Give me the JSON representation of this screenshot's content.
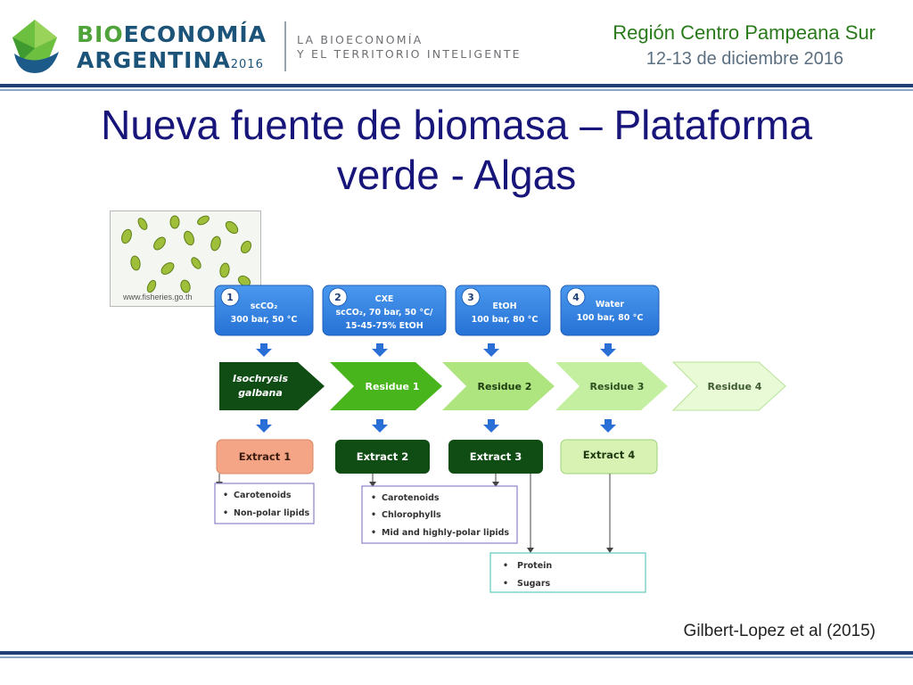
{
  "header": {
    "logo": {
      "word1_part1": "BIO",
      "word1_part2": "ECONOMÍA",
      "word2": "ARGENTINA",
      "year": "2016",
      "tagline_line1": "LA BIOECONOMÍA",
      "tagline_line2": "Y EL TERRITORIO INTELIGENTE"
    },
    "region": "Región Centro Pampeana Sur",
    "dates": "12-13 de diciembre 2016"
  },
  "slide": {
    "title_line1": "Nueva fuente de biomasa – Plataforma",
    "title_line2": "verde - Algas",
    "micro_caption": "www.fisheries.go.th",
    "citation": "Gilbert-Lopez et al (2015)"
  },
  "diagram": {
    "steps": [
      {
        "number": "1",
        "line1": "scCO₂",
        "line2": "300 bar, 50 °C",
        "line3": ""
      },
      {
        "number": "2",
        "line1": "CXE",
        "line2": "scCO₂, 70 bar, 50 °C/",
        "line3": "15-45-75% EtOH"
      },
      {
        "number": "3",
        "line1": "EtOH",
        "line2": "100 bar, 80 °C",
        "line3": ""
      },
      {
        "number": "4",
        "line1": "Water",
        "line2": "100 bar, 80 °C",
        "line3": ""
      }
    ],
    "chevrons": [
      {
        "line1": "Isochrysis",
        "line2": "galbana"
      },
      {
        "line1": "Residue 1",
        "line2": ""
      },
      {
        "line1": "Residue 2",
        "line2": ""
      },
      {
        "line1": "Residue 3",
        "line2": ""
      },
      {
        "line1": "Residue 4",
        "line2": ""
      }
    ],
    "extracts": [
      "Extract 1",
      "Extract 2",
      "Extract 3",
      "Extract 4"
    ],
    "list1": [
      "Carotenoids",
      "Non-polar lipids"
    ],
    "list2": [
      "Carotenoids",
      "Chlorophylls",
      "Mid and highly-polar lipids"
    ],
    "list3": [
      "Protein",
      "Sugars"
    ],
    "bullet": "•"
  },
  "colors": {
    "title": "#17157a",
    "step_box": "#2f7fe0",
    "arrow_blue": "#2a6fd6",
    "chevron_dark": "#0f4d14",
    "chevron_mid": "#49b51c",
    "chevron_light": "#aee57e",
    "chevron_lighter": "#d9f5c0",
    "extract1": "#f4a585",
    "extract_dark": "#0f4d14",
    "extract4": "#d7f2b3",
    "list_border1": "#8b83c7",
    "list_border3": "#76d1c8"
  }
}
